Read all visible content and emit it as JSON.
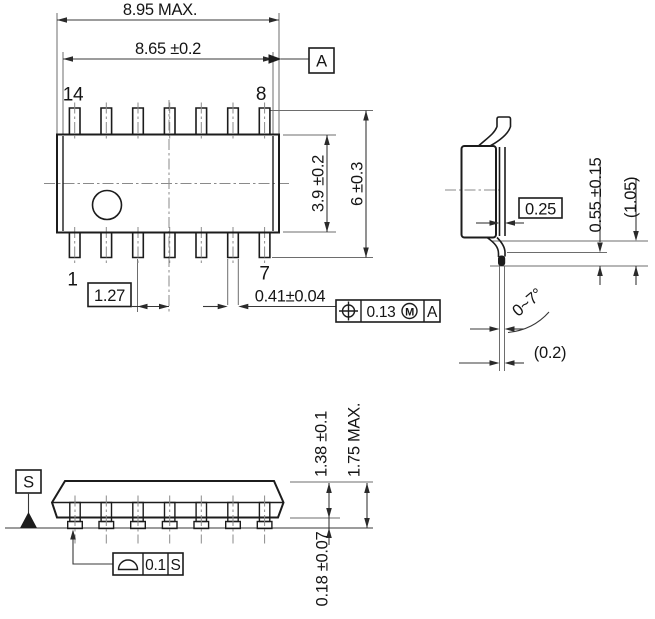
{
  "colors": {
    "line": "#1c1c1c",
    "background": "#ffffff"
  },
  "top_view": {
    "overall_length": "8.95 MAX.",
    "body_length": "8.65 ±0.2",
    "datum_a_label": "A",
    "pin14": "14",
    "pin8": "8",
    "pin1": "1",
    "pin7": "7",
    "body_width": "3.9 ±0.2",
    "overall_width": "6 ±0.3",
    "pitch": "1.27",
    "lead_width": "0.41±0.04",
    "fcf": {
      "tolerance": "0.13",
      "modifier": "M",
      "datum_ref": "A"
    }
  },
  "side_view": {
    "lead_thickness": "0.25",
    "foot_length": "0.55 ±0.15",
    "lead_length_ref": "(1.05)",
    "foot_angle": "0~7°",
    "tip_ref": "(0.2)"
  },
  "front_view": {
    "datum_s_label": "S",
    "body_thickness": "1.38 ±0.1",
    "overall_height": "1.75 MAX.",
    "standoff": "0.18 ±0.07",
    "coplanarity": {
      "tolerance": "0.1",
      "datum_ref": "S"
    }
  }
}
